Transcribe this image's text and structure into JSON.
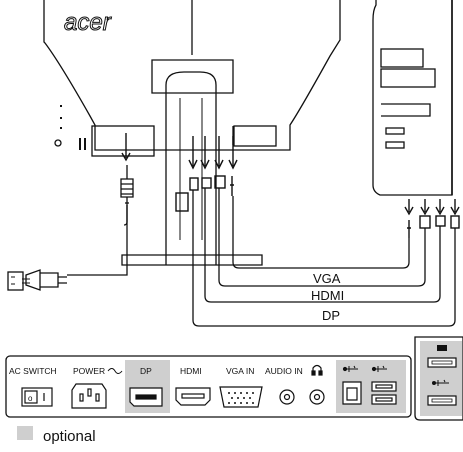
{
  "brand": {
    "logo_text": "acer"
  },
  "cables": {
    "vga": "VGA",
    "hdmi": "HDMI",
    "dp": "DP"
  },
  "ports": {
    "ac_switch": "AC SWITCH",
    "power": "POWER",
    "dp": "DP",
    "hdmi": "HDMI",
    "vga_in": "VGA IN",
    "audio_in": "AUDIO IN"
  },
  "legend": {
    "optional": "optional"
  },
  "colors": {
    "line": "#111111",
    "optional_fill": "#cfcfcf",
    "panel_fill": "#ffffff"
  }
}
